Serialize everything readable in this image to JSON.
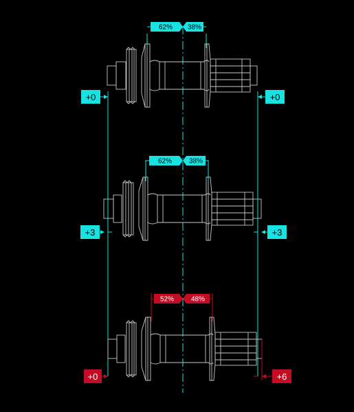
{
  "colors": {
    "background": "#000000",
    "cyan": "#17e3e3",
    "red": "#c40d24",
    "drawing": "#c8c8c8"
  },
  "hubs": [
    {
      "name": "hub-standard",
      "split_left": "62%",
      "split_right": "38%",
      "left_offset": "+0",
      "right_offset": "+0",
      "theme": "cyan"
    },
    {
      "name": "hub-plus-three",
      "split_left": "62%",
      "split_right": "38%",
      "left_offset": "+3",
      "right_offset": "+3",
      "theme": "cyan"
    },
    {
      "name": "hub-plus-six",
      "split_left": "52%",
      "split_right": "48%",
      "left_offset": "+0",
      "right_offset": "+6",
      "theme": "red"
    }
  ]
}
